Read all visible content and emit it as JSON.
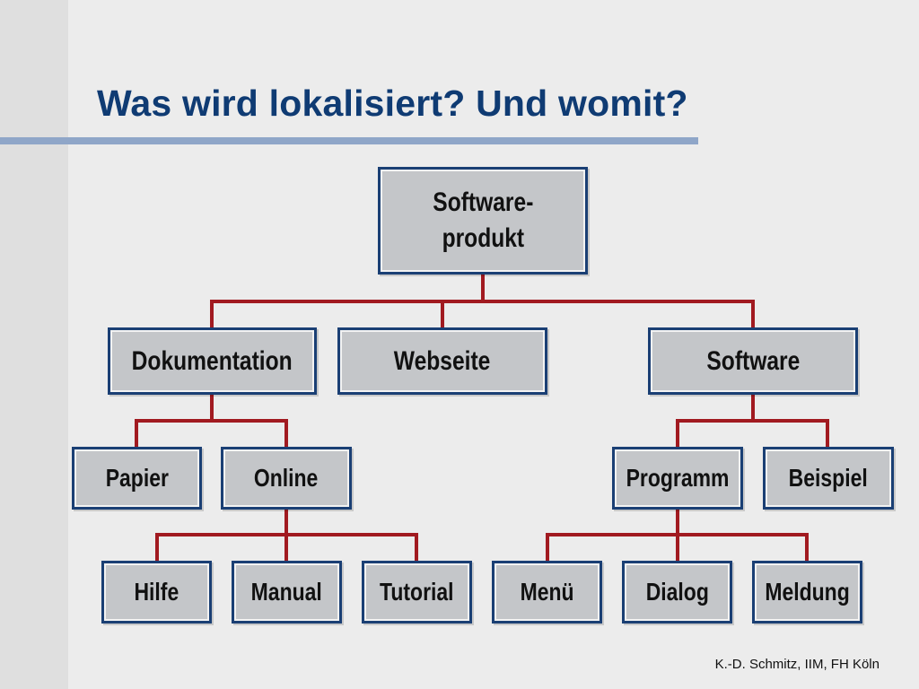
{
  "slide": {
    "title": "Was wird lokalisiert? Und womit?",
    "footer": "K.-D. Schmitz, IIM, FH Köln"
  },
  "diagram": {
    "root": "Software-\nprodukt",
    "level1": {
      "dokumentation": "Dokumentation",
      "webseite": "Webseite",
      "software": "Software"
    },
    "dokumentation_children": {
      "papier": "Papier",
      "online": "Online"
    },
    "online_children": {
      "hilfe": "Hilfe",
      "manual": "Manual",
      "tutorial": "Tutorial"
    },
    "software_children": {
      "programm": "Programm",
      "beispiel": "Beispiel"
    },
    "programm_children": {
      "menue": "Menü",
      "dialog": "Dialog",
      "meldung": "Meldung"
    }
  },
  "colors": {
    "title": "#0f3b73",
    "connector": "#a11a20",
    "node_fill": "#c4c6c9",
    "node_border": "#1a3f74"
  }
}
